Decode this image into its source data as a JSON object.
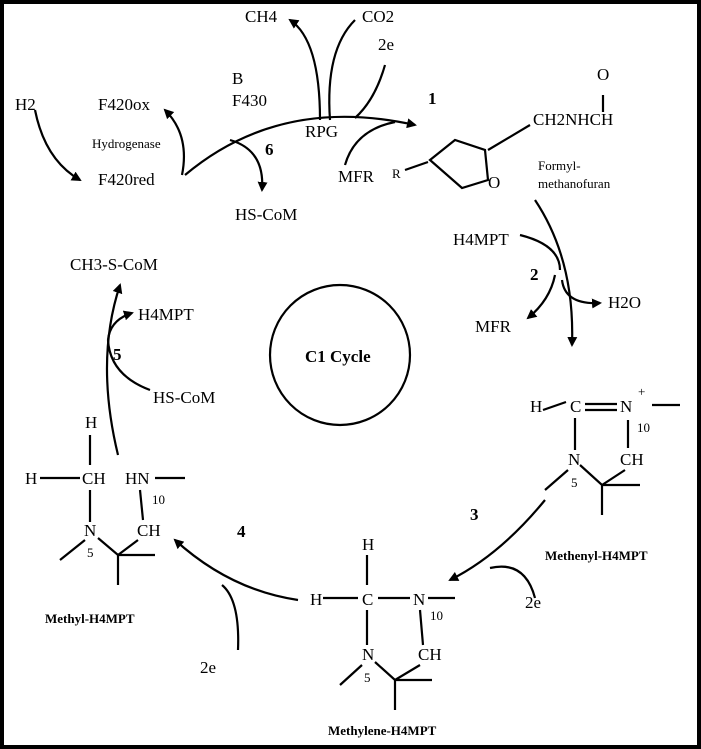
{
  "title": "C1 Cycle",
  "colors": {
    "background": "#ffffff",
    "border": "#000000",
    "ink": "#000000"
  },
  "steps": [
    "1",
    "2",
    "3",
    "4",
    "5",
    "6"
  ],
  "step1": {
    "co2": "CO2",
    "electrons": "2e",
    "mfr": "MFR",
    "product": "Formyl-methanofuran",
    "product_line1": "Formyl-",
    "product_line2": "methanofuran",
    "r_group": "R",
    "side_chain": "CH2NHCH",
    "carbonyl_o": "O",
    "ring_o": "O"
  },
  "step2": {
    "h4mpt": "H4MPT",
    "h2o": "H2O",
    "mfr": "MFR",
    "product": "Methenyl-H4MPT"
  },
  "step3": {
    "electrons": "2e",
    "product": "Methylene-H4MPT"
  },
  "step4": {
    "electrons": "2e",
    "product": "Methyl-H4MPT"
  },
  "step5": {
    "hs_com": "HS-CoM",
    "h4mpt": "H4MPT",
    "product": "CH3-S-CoM"
  },
  "step6": {
    "ch4": "CH4",
    "b": "B",
    "f430": "F430",
    "rpg": "RPG",
    "hs_com": "HS-CoM"
  },
  "hydrogenase": {
    "h2": "H2",
    "f420ox": "F420ox",
    "label": "Hydrogenase",
    "f420red": "F420red"
  },
  "atoms": {
    "H": "H",
    "C": "C",
    "N": "N",
    "CH": "CH",
    "HN": "HN",
    "N10": "10",
    "N5": "5",
    "plus": "+"
  }
}
